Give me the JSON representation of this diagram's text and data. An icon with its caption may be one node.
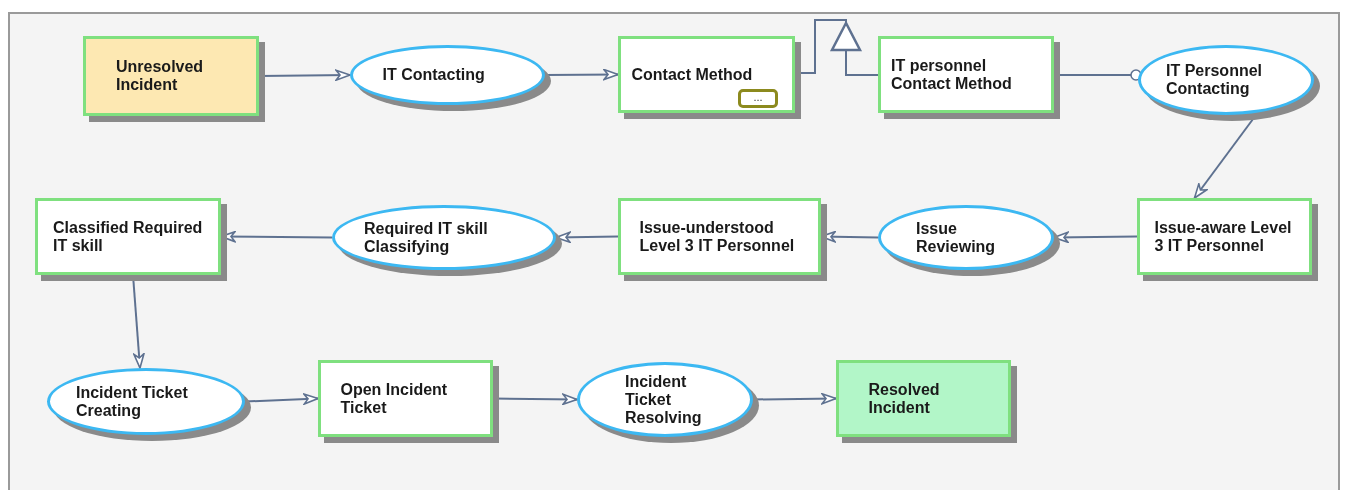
{
  "diagram": {
    "nodes": [
      {
        "text": [
          "Unresolved Incident"
        ]
      },
      {
        "text": [
          "IT Contacting"
        ]
      },
      {
        "text": [
          "Contact Method",
          "..."
        ]
      },
      {
        "text": [
          "IT personnel Contact Method"
        ]
      },
      {
        "text": [
          "IT Personnel Contacting"
        ]
      },
      {
        "text": [
          "Issue-aware Level 3 IT Personnel"
        ]
      },
      {
        "text": [
          "Issue Reviewing"
        ]
      },
      {
        "text": [
          "Issue-understood Level 3 IT Personnel"
        ]
      },
      {
        "text": [
          "Required IT skill Classifying"
        ]
      },
      {
        "text": [
          "Classified Required IT skill"
        ]
      },
      {
        "text": [
          "Incident Ticket Creating"
        ]
      },
      {
        "text": [
          "Open Incident Ticket"
        ]
      },
      {
        "text": [
          "Incident Ticket Resolving"
        ]
      },
      {
        "text": [
          "Resolved Incident"
        ]
      }
    ],
    "edges": [
      {
        "from": 0,
        "to": 1,
        "arrow": "to"
      },
      {
        "from": 1,
        "to": 2,
        "arrow": "to"
      },
      {
        "from": 3,
        "to": 2,
        "arrow": "to"
      },
      {
        "from": 3,
        "to": 4,
        "arrow": "other"
      },
      {
        "from": 4,
        "to": 5,
        "arrow": "to"
      },
      {
        "from": 5,
        "to": 6,
        "arrow": "to"
      },
      {
        "from": 6,
        "to": 7,
        "arrow": "to"
      },
      {
        "from": 7,
        "to": 8,
        "arrow": "to"
      },
      {
        "from": 8,
        "to": 9,
        "arrow": "to"
      },
      {
        "from": 9,
        "to": 10,
        "arrow": "to"
      },
      {
        "from": 10,
        "to": 11,
        "arrow": "to"
      },
      {
        "from": 11,
        "to": 12,
        "arrow": "to"
      },
      {
        "from": 12,
        "to": 13,
        "arrow": "to"
      }
    ]
  }
}
